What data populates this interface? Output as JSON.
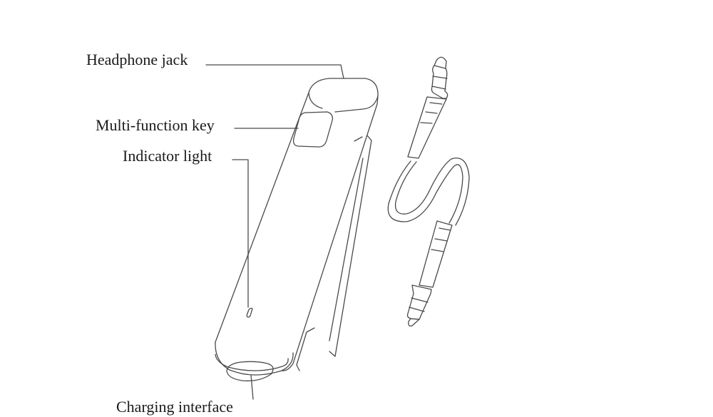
{
  "labels": {
    "headphone_jack": "Headphone jack",
    "multi_function_key": "Multi-function key",
    "indicator_light": "Indicator light",
    "charging_interface": "Charging interface"
  },
  "colors": {
    "line": "#4a4a4a",
    "text": "#1a1a1a",
    "background": "#ffffff"
  }
}
